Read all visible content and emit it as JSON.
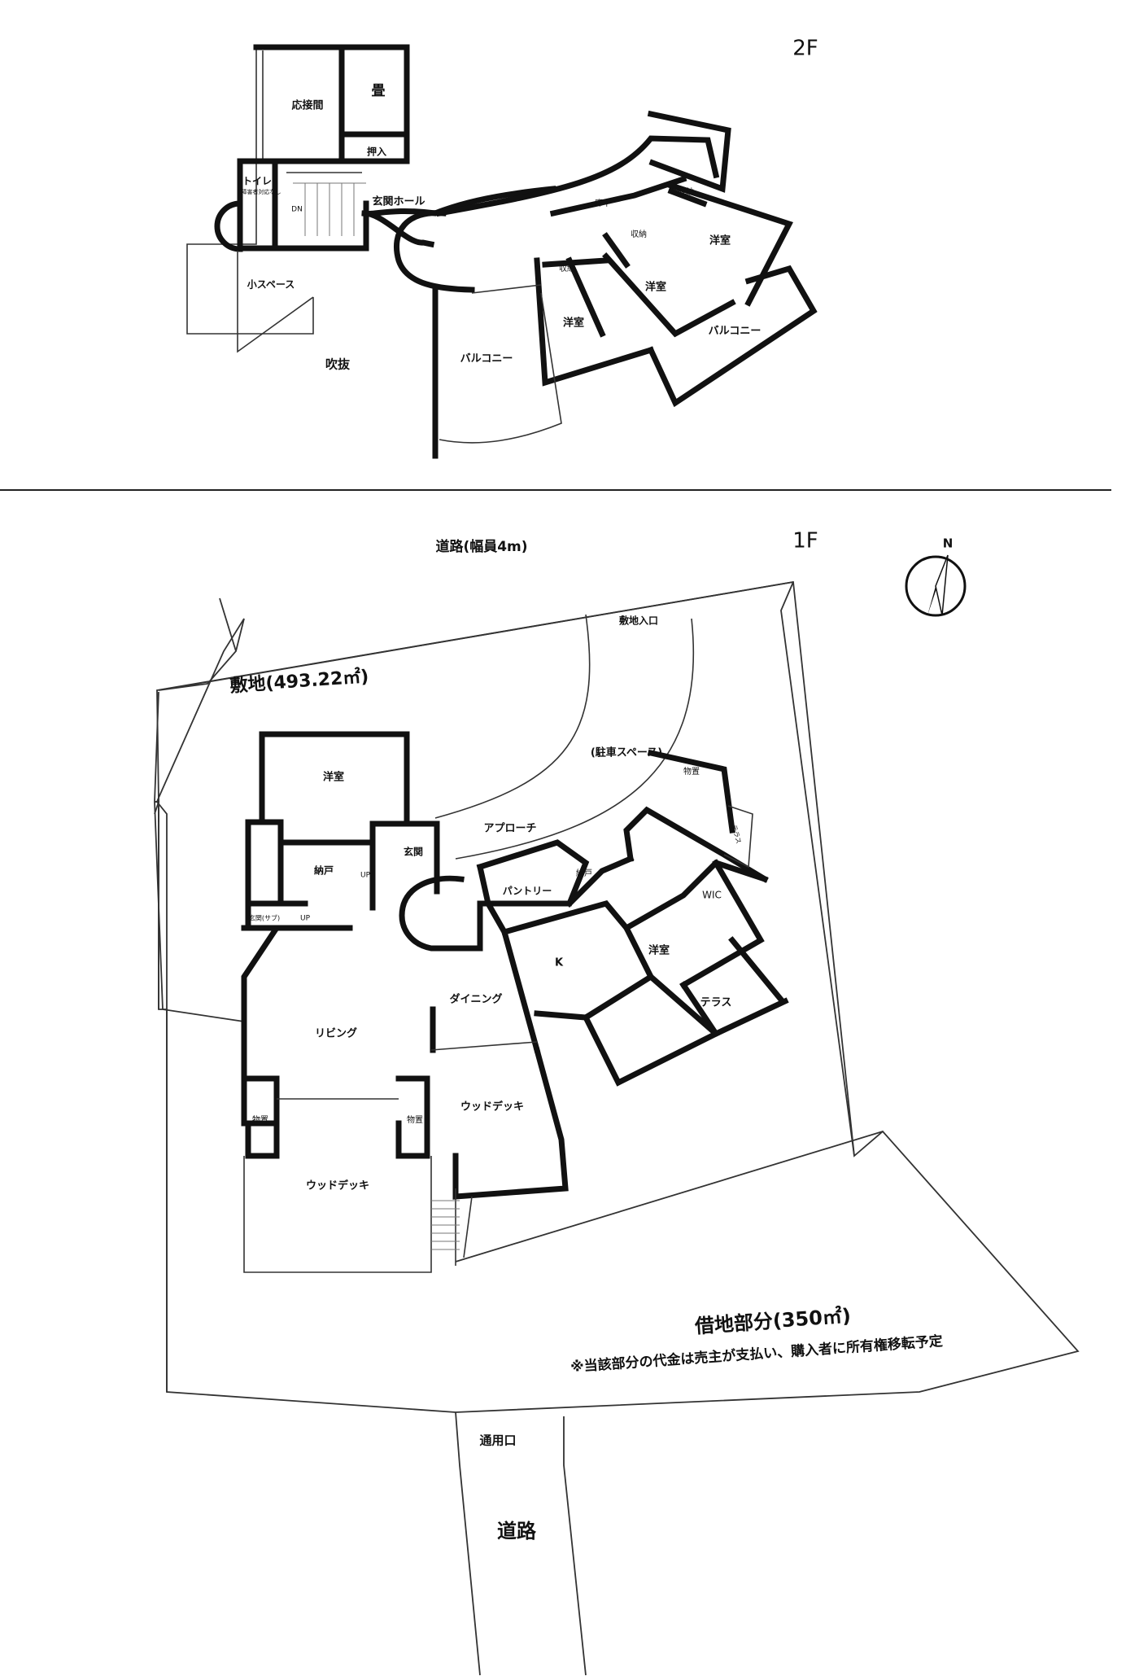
{
  "floor2": {
    "floor_label": "2F",
    "rooms": {
      "reception": "応接間",
      "tatami": "畳",
      "oshiire": "押入",
      "toilet": "トイレ",
      "toilet_note": "障害者対応なし",
      "stair_down": "DN",
      "entrance_hall": "玄関ホール",
      "small_space": "小スペース",
      "atrium": "吹抜",
      "corridor": "廊下",
      "storage_a": "収納",
      "storage_b": "収納",
      "storage_c": "収納",
      "western_a": "洋室",
      "western_b": "洋室",
      "western_c": "洋室",
      "balcony_a": "バルコニー",
      "balcony_b": "バルコニー"
    }
  },
  "floor1": {
    "floor_label": "1F",
    "road_top": "道路(幅員4m)",
    "site_area": "敷地(493.22㎡)",
    "site_entrance": "敷地入口",
    "parking": "(駐車スペース)",
    "approach": "アプローチ",
    "rooms": {
      "western_top": "洋室",
      "nando_left": "納戸",
      "stair_up_a": "UP",
      "genkan": "玄関",
      "sub_genkan": "玄関(サブ)",
      "stair_up_b": "UP",
      "storage_shed": "物置",
      "terrace_small": "テラス",
      "pantry": "パントリー",
      "nando_right": "納戸",
      "wic": "WIC",
      "kitchen": "K",
      "western_right": "洋室",
      "terrace": "テラス",
      "dining": "ダイニング",
      "living": "リビング",
      "wood_deck_right": "ウッドデッキ",
      "shed_left": "物置",
      "shed_right": "物置",
      "wood_deck_bottom": "ウッドデッキ"
    },
    "leased_land": "借地部分(350㎡)",
    "leased_note": "※当該部分の代金は売主が支払い、購入者に所有権移転予定",
    "service_gate": "通用口",
    "road_bottom": "道路",
    "north": "N"
  }
}
